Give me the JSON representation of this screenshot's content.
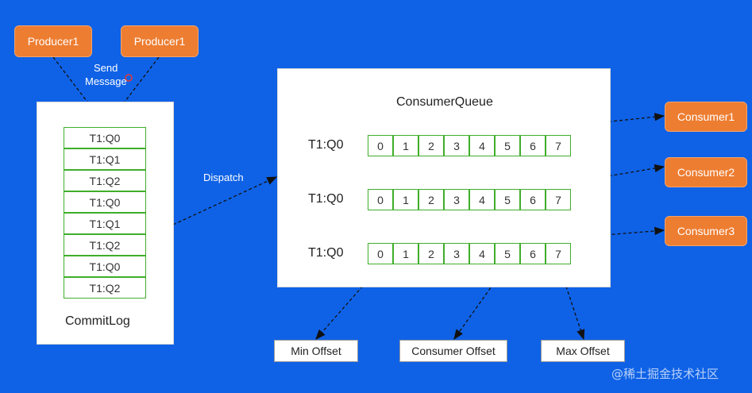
{
  "producers": [
    "Producer1",
    "Producer1"
  ],
  "send_message": [
    "Send",
    "Message"
  ],
  "commitlog": {
    "title": "CommitLog",
    "rows": [
      "T1:Q0",
      "T1:Q1",
      "T1:Q2",
      "T1:Q0",
      "T1:Q1",
      "T1:Q2",
      "T1:Q0",
      "T1:Q2"
    ]
  },
  "dispatch": "Dispatch",
  "consumer_queue": {
    "title": "ConsumerQueue",
    "queues": [
      {
        "label": "T1:Q0",
        "cells": [
          "0",
          "1",
          "2",
          "3",
          "4",
          "5",
          "6",
          "7"
        ]
      },
      {
        "label": "T1:Q0",
        "cells": [
          "0",
          "1",
          "2",
          "3",
          "4",
          "5",
          "6",
          "7"
        ]
      },
      {
        "label": "T1:Q0",
        "cells": [
          "0",
          "1",
          "2",
          "3",
          "4",
          "5",
          "6",
          "7"
        ]
      }
    ]
  },
  "consumers": [
    "Consumer1",
    "Consumer2",
    "Consumer3"
  ],
  "offsets": {
    "min": "Min Offset",
    "consumer": "Consumer Offset",
    "max": "Max Offset"
  },
  "watermark": "@稀土掘金技术社区",
  "colors": {
    "background": "#0f62e6",
    "orange": "#ed7d31",
    "cell_border": "#3fae2a"
  }
}
